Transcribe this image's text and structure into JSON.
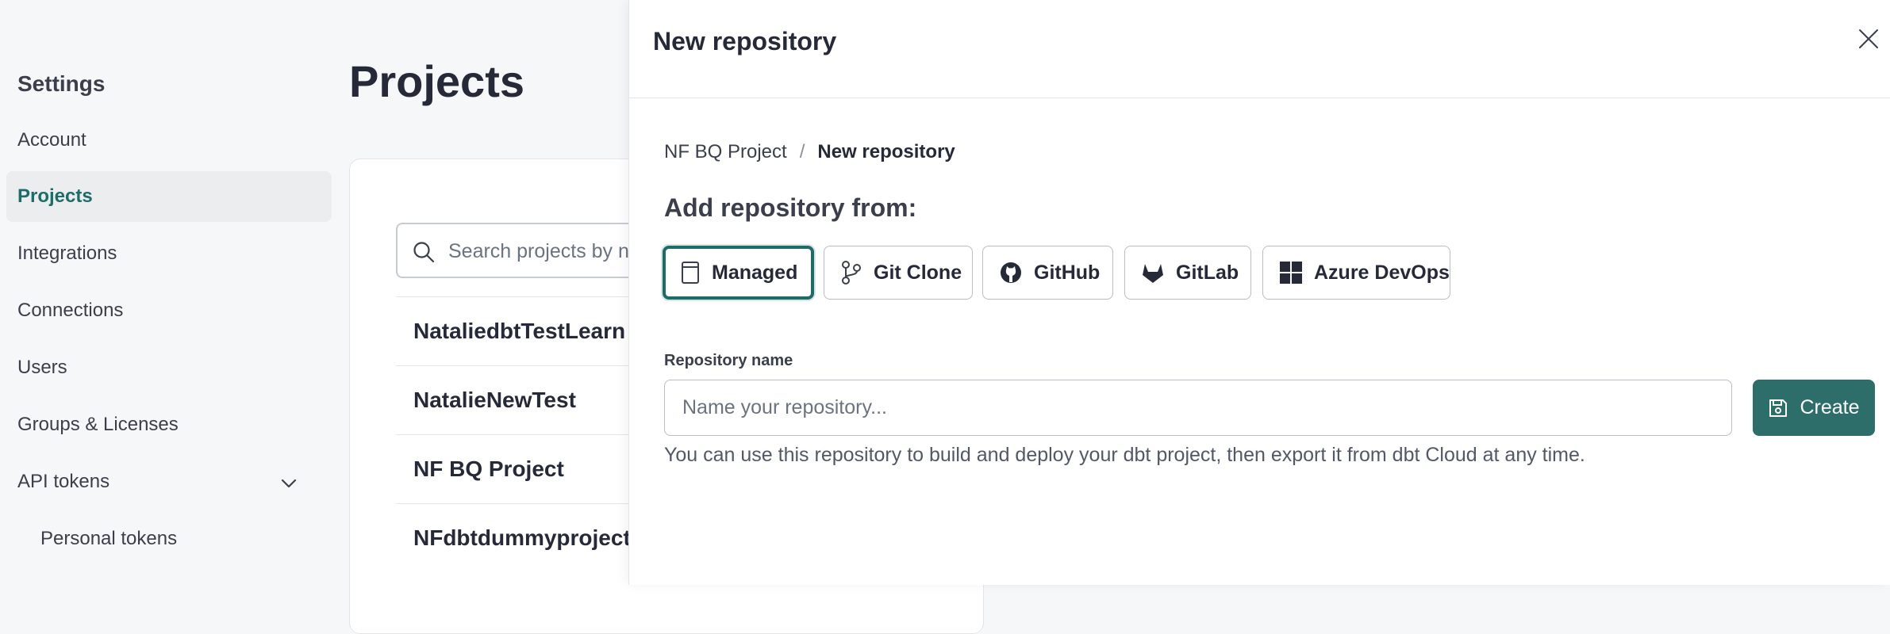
{
  "sidebar": {
    "title": "Settings",
    "items": [
      {
        "label": "Account"
      },
      {
        "label": "Projects"
      },
      {
        "label": "Integrations"
      },
      {
        "label": "Connections"
      },
      {
        "label": "Users"
      },
      {
        "label": "Groups & Licenses"
      },
      {
        "label": "API tokens"
      },
      {
        "label": "Personal tokens"
      }
    ],
    "active_item": "Projects"
  },
  "main": {
    "title": "Projects",
    "search_placeholder": "Search projects by na",
    "projects": [
      {
        "name": "NataliedbtTestLearn T"
      },
      {
        "name": "NatalieNewTest"
      },
      {
        "name": "NF BQ Project"
      },
      {
        "name": "NFdbtdummyproject"
      }
    ]
  },
  "drawer": {
    "title": "New repository",
    "breadcrumb": {
      "parent": "NF BQ Project",
      "separator": "/",
      "current": "New repository"
    },
    "section_heading": "Add repository from:",
    "providers": [
      {
        "label": "Managed",
        "icon": "repository-book-icon",
        "selected": true
      },
      {
        "label": "Git Clone",
        "icon": "git-branch-icon",
        "selected": false
      },
      {
        "label": "GitHub",
        "icon": "github-icon",
        "selected": false
      },
      {
        "label": "GitLab",
        "icon": "gitlab-icon",
        "selected": false
      },
      {
        "label": "Azure DevOps",
        "icon": "azure-devops-icon",
        "selected": false
      }
    ],
    "field_label": "Repository name",
    "input_value": "",
    "input_placeholder": "Name your repository...",
    "create_label": "Create",
    "help_text": "You can use this repository to build and deploy your dbt project, then export it from dbt Cloud at any time."
  },
  "colors": {
    "accent": "#1f6b68",
    "create_button": "#2d6e6b",
    "background": "#f6f7f8"
  }
}
